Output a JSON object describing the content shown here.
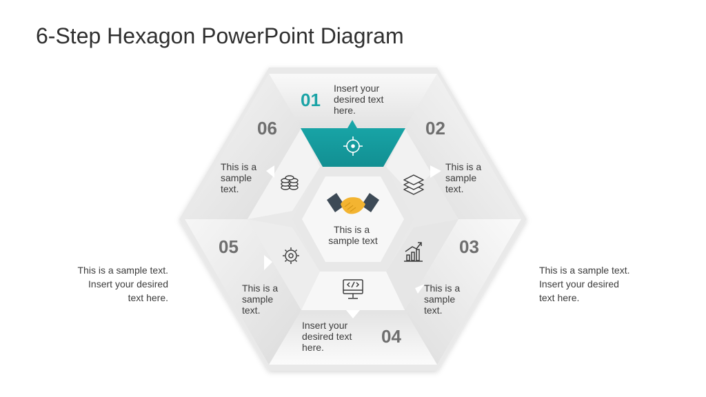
{
  "title": "6-Step Hexagon PowerPoint Diagram",
  "colors": {
    "accent": "#1aa3a6",
    "step_number": "#6e6e6e",
    "panel": "#ececec"
  },
  "center": {
    "icon": "handshake-icon",
    "lines": [
      "This is a",
      "sample text"
    ]
  },
  "steps": [
    {
      "number": "01",
      "icon": "target-icon",
      "lines": [
        "Insert your",
        "desired text",
        "here."
      ],
      "active": true
    },
    {
      "number": "02",
      "icon": "layers-icon",
      "lines": [
        "This is a",
        "sample",
        "text."
      ]
    },
    {
      "number": "03",
      "icon": "growth-chart-icon",
      "lines": [
        "This is a",
        "sample",
        "text."
      ]
    },
    {
      "number": "04",
      "icon": "code-monitor-icon",
      "lines": [
        "Insert your",
        "desired text",
        "here."
      ]
    },
    {
      "number": "05",
      "icon": "gear-icon",
      "lines": [
        "This is a",
        "sample",
        "text."
      ]
    },
    {
      "number": "06",
      "icon": "coins-icon",
      "lines": [
        "This is a",
        "sample",
        "text."
      ]
    }
  ],
  "side_left": [
    "This is a sample text.",
    "Insert your desired",
    "text here."
  ],
  "side_right": [
    "This is a sample text.",
    "Insert your desired",
    "text here."
  ]
}
